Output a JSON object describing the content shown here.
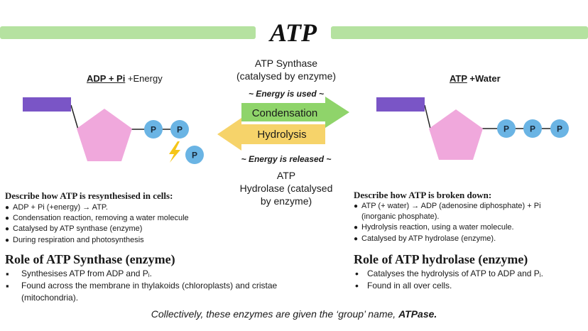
{
  "title": "ATP",
  "center": {
    "synthase_label": "ATP Synthase",
    "synthase_sub": "(catalysed by enzyme)",
    "energy_used": "~ Energy is used ~",
    "condensation": "Condensation",
    "hydrolysis": "Hydrolysis",
    "energy_released": "~ Energy is released ~",
    "hydrolase_line1": "ATP",
    "hydrolase_line2": "Hydrolase  (catalysed",
    "hydrolase_line3": "by enzyme)"
  },
  "left_diagram": {
    "title_underlined": "ADP + Pi",
    "title_rest": " +Energy",
    "phosphate_label": "P"
  },
  "right_diagram": {
    "title_underlined": "ATP",
    "title_rest": " +Water",
    "phosphate_label": "P"
  },
  "left_section": {
    "heading": "Describe how ATP is resynthesised in cells:",
    "bullets": [
      "ADP + Pi (+energy) → ATP.",
      "Condensation reaction, removing a water molecule",
      "Catalysed by ATP synthase (enzyme)",
      "During respiration and photosynthesis"
    ],
    "role_heading": "Role of ATP Synthase (enzyme)",
    "role_items": [
      "Synthesises ATP from ADP and Pᵢ.",
      "Found across the membrane in thylakoids (chloroplasts) and cristae",
      "(mitochondria)."
    ]
  },
  "right_section": {
    "heading": "Describe how ATP is broken down:",
    "bullets": [
      "ATP (+ water) → ADP (adenosine diphosphate) + Pi",
      "(inorganic phosphate).",
      "Hydrolysis reaction, using a water molecule.",
      "Catalysed by ATP hydrolase (enzyme)."
    ],
    "role_heading": "Role of ATP hydrolase (enzyme)",
    "role_items": [
      "Catalyses the hydrolysis of ATP to ADP and Pᵢ.",
      "Found in all over cells."
    ]
  },
  "footer": {
    "text": "Collectively, these enzymes are given the ‘group’ name, ",
    "emphasis": "ATPase."
  },
  "colors": {
    "green_bar": "#b5e2a0",
    "green_arrow": "#8fd46a",
    "yellow_arrow": "#f6d36a",
    "ribose": "#f0a8dc",
    "adenine": "#7a55c6",
    "phosphate": "#6ab4e4",
    "lightning": "#f5c518"
  }
}
